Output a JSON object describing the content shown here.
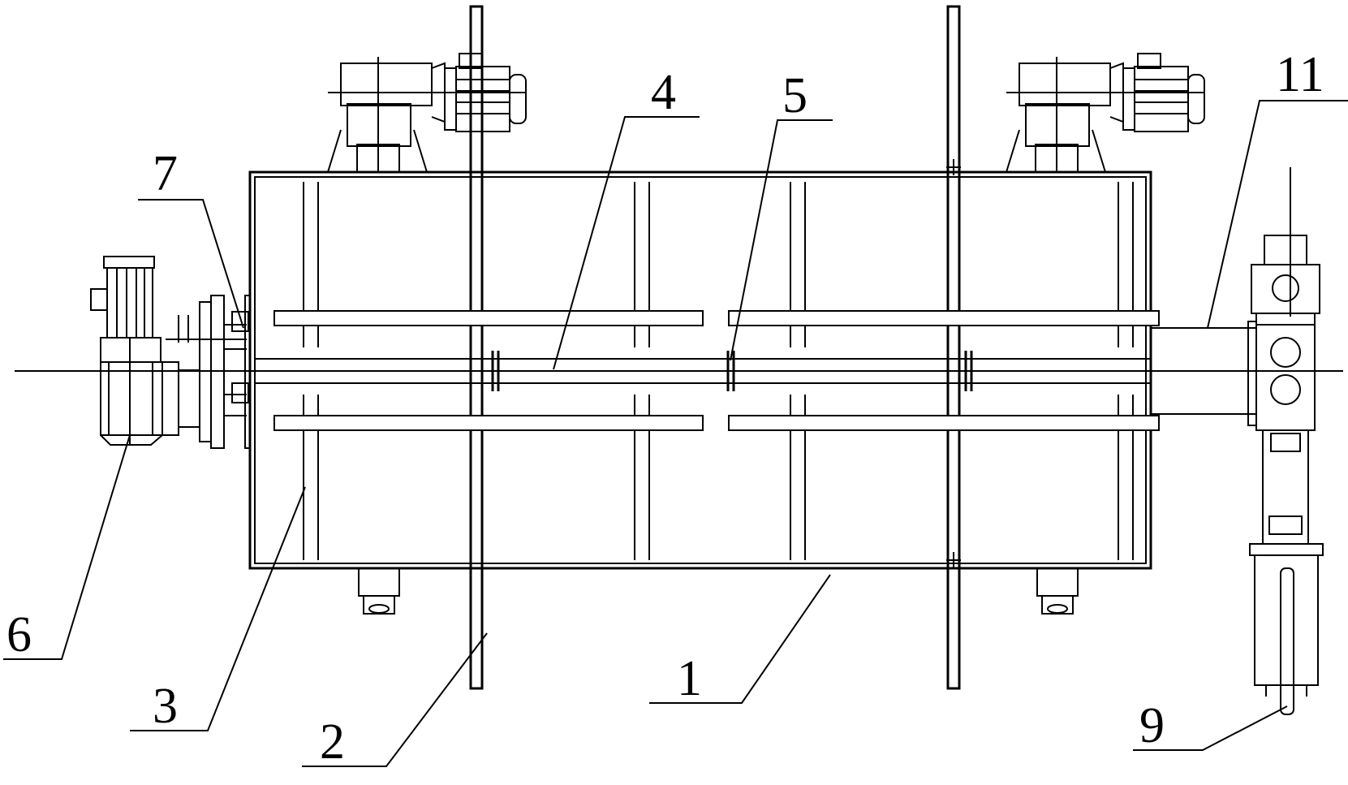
{
  "diagram": {
    "callouts": [
      {
        "id": "1",
        "label": "1"
      },
      {
        "id": "2",
        "label": "2"
      },
      {
        "id": "3",
        "label": "3"
      },
      {
        "id": "4",
        "label": "4"
      },
      {
        "id": "5",
        "label": "5"
      },
      {
        "id": "6",
        "label": "6"
      },
      {
        "id": "7",
        "label": "7"
      },
      {
        "id": "9",
        "label": "9"
      },
      {
        "id": "11",
        "label": "11"
      }
    ],
    "colors": {
      "line": "#000000",
      "background": "#ffffff"
    }
  }
}
